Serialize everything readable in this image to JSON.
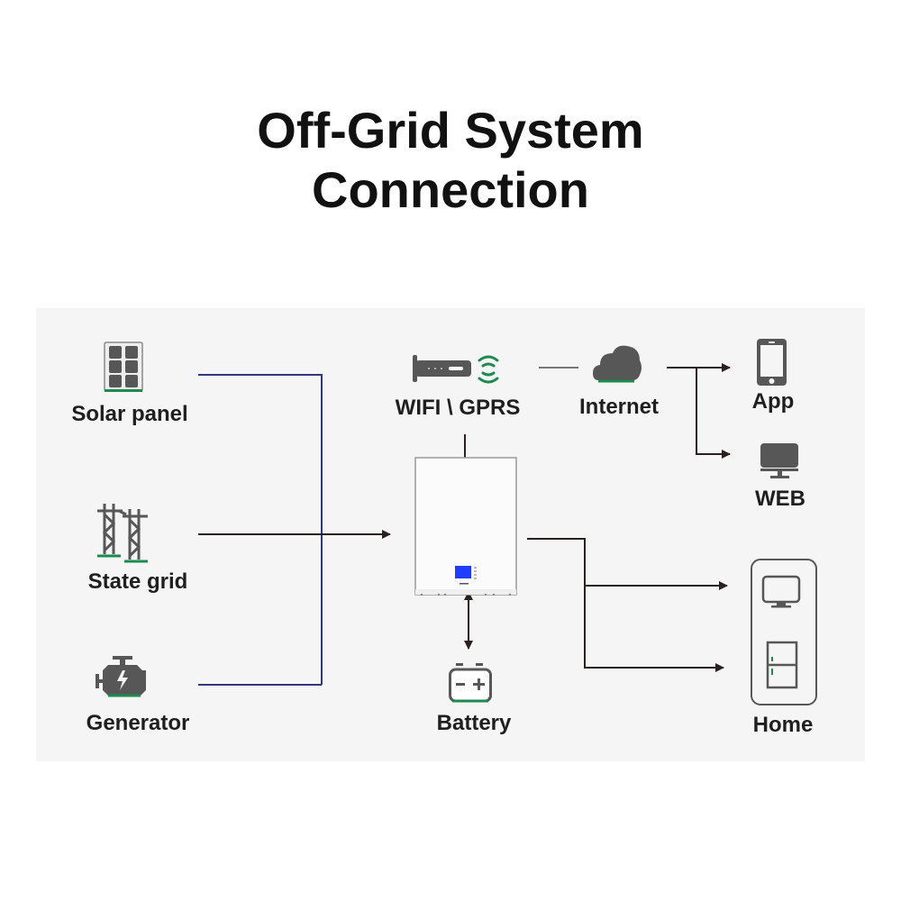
{
  "title_line1": "Off-Grid System",
  "title_line2": "Connection",
  "colors": {
    "icon_gray": "#575757",
    "accent_green": "#1e8a4e",
    "line_dark": "#2a2020",
    "line_blue": "#2f3a7a",
    "panel_bg": "#f5f5f5",
    "lcd_blue": "#1f3cff"
  },
  "nodes": {
    "solar_panel": {
      "label": "Solar panel",
      "icon": "solar-panel-icon"
    },
    "state_grid": {
      "label": "State grid",
      "icon": "power-tower-icon"
    },
    "generator": {
      "label": "Generator",
      "icon": "engine-icon"
    },
    "wifi_gprs": {
      "label": "WIFI \\ GPRS",
      "icon": "wifi-dongle-icon"
    },
    "internet": {
      "label": "Internet",
      "icon": "cloud-icon"
    },
    "app": {
      "label": "App",
      "icon": "smartphone-icon"
    },
    "web": {
      "label": "WEB",
      "icon": "monitor-icon"
    },
    "inverter": {
      "label": "",
      "icon": "inverter-battery-unit"
    },
    "battery": {
      "label": "Battery",
      "icon": "battery-icon"
    },
    "home": {
      "label": "Home",
      "icon": "home-appliances-icon"
    }
  },
  "connections": [
    {
      "from": "solar_panel",
      "to": "inverter"
    },
    {
      "from": "state_grid",
      "to": "inverter"
    },
    {
      "from": "generator",
      "to": "inverter"
    },
    {
      "from": "inverter",
      "to": "wifi_gprs"
    },
    {
      "from": "wifi_gprs",
      "to": "internet"
    },
    {
      "from": "internet",
      "to": "app"
    },
    {
      "from": "internet",
      "to": "web"
    },
    {
      "from": "inverter",
      "to": "battery",
      "bidirectional": true
    },
    {
      "from": "inverter",
      "to": "home"
    }
  ]
}
